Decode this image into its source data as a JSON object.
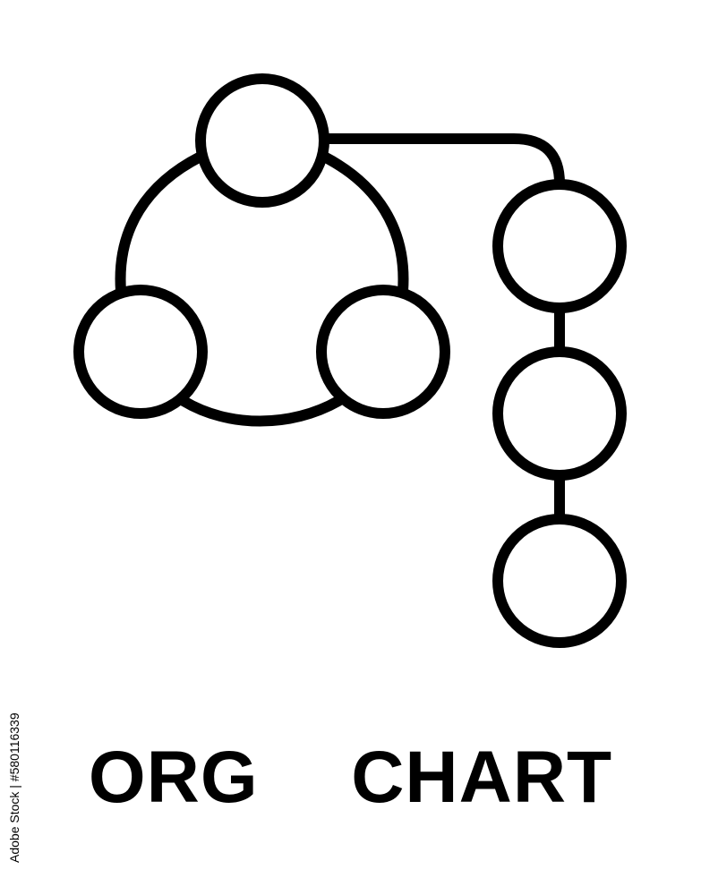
{
  "title": "ORG  CHART",
  "stock_id": "Adobe Stock | #580116339",
  "colors": {
    "stroke": "#000000",
    "background": "#ffffff"
  },
  "nodes": [
    {
      "name": "top-node-circle"
    },
    {
      "name": "left-node-circle"
    },
    {
      "name": "right-node-circle"
    },
    {
      "name": "chain-node-1-circle"
    },
    {
      "name": "chain-node-2-circle"
    },
    {
      "name": "chain-node-3-circle"
    }
  ]
}
